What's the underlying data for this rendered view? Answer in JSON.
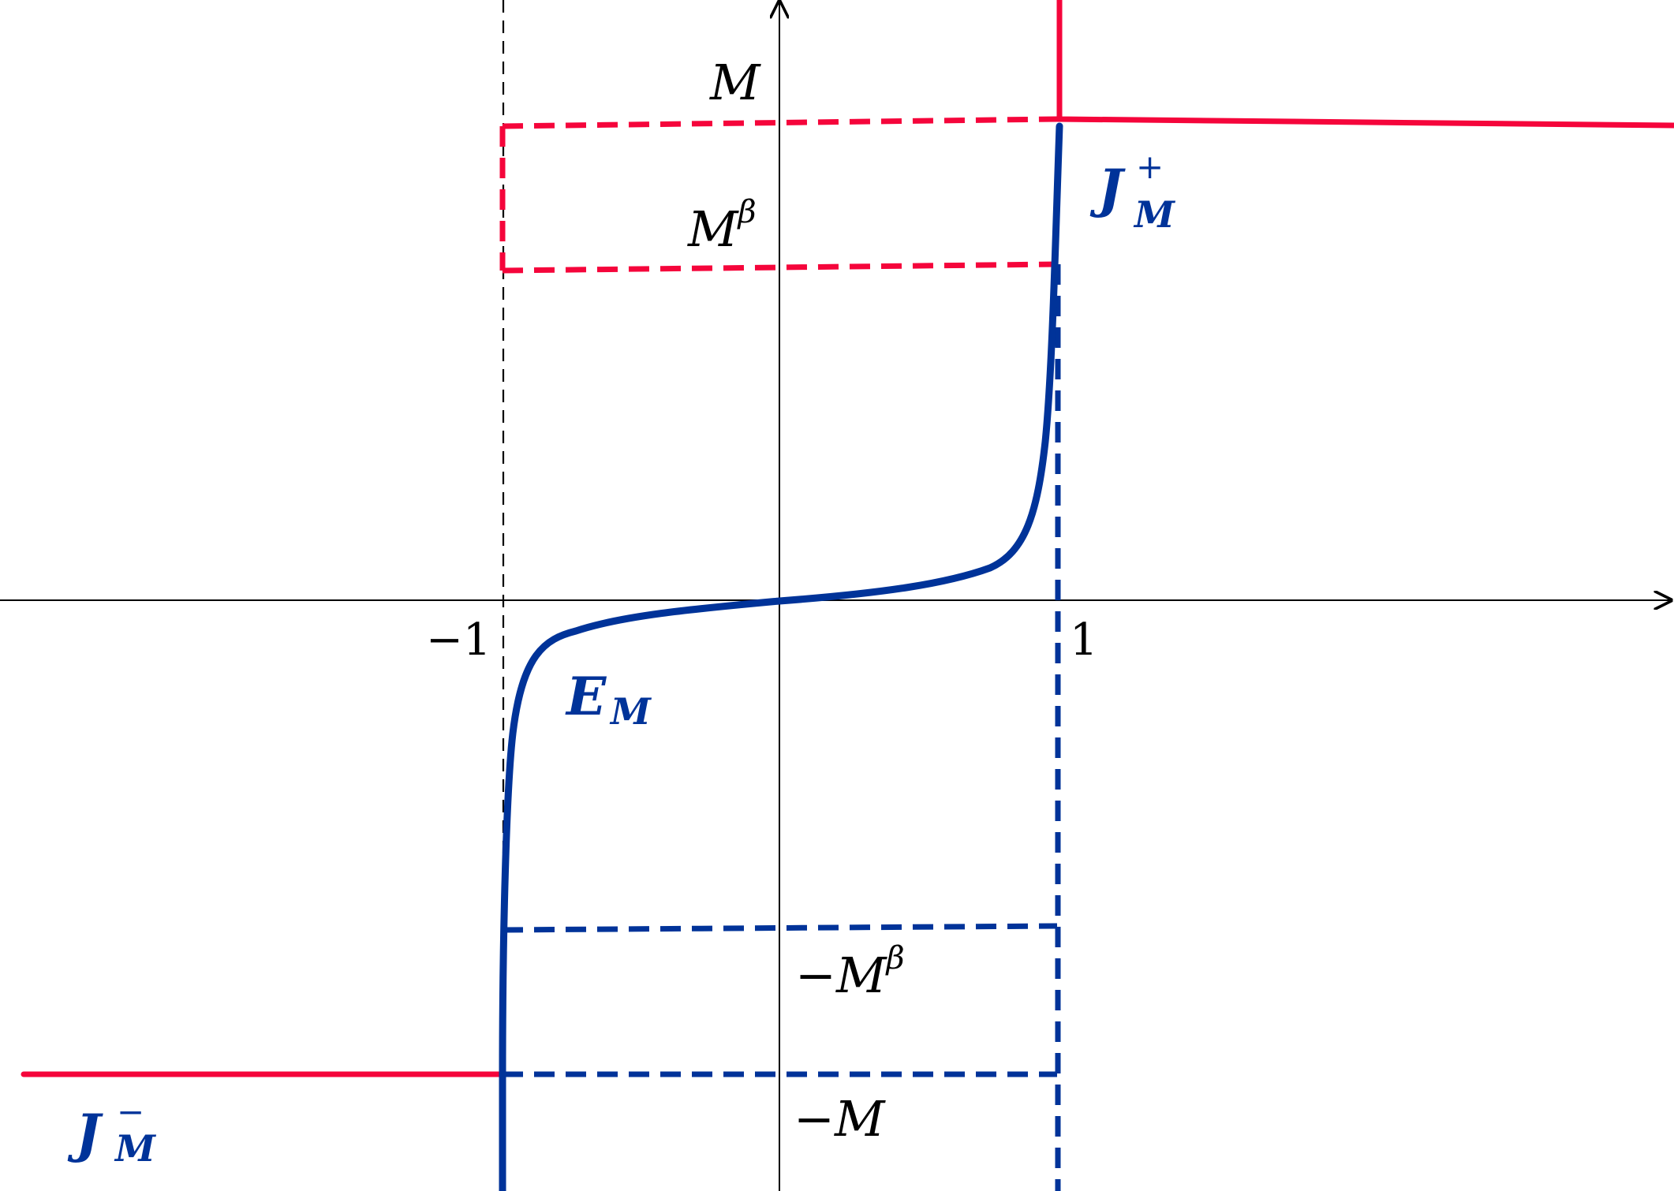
{
  "labels": {
    "neg_one": "−1",
    "one": "1",
    "M": "M",
    "M_beta_base": "M",
    "M_beta_sup": "β",
    "neg_M_beta_base": "−M",
    "neg_M_beta_sup": "β",
    "neg_M": "−M",
    "J_plus_base": "J",
    "J_plus_sup": "+",
    "J_plus_sub": "M",
    "J_minus_base": "J",
    "J_minus_sup": "−",
    "J_minus_sub": "M",
    "E_base": "E",
    "E_sub": "M"
  },
  "colors": {
    "red": "#f5053b",
    "blue": "#003399",
    "axis": "#000000"
  }
}
